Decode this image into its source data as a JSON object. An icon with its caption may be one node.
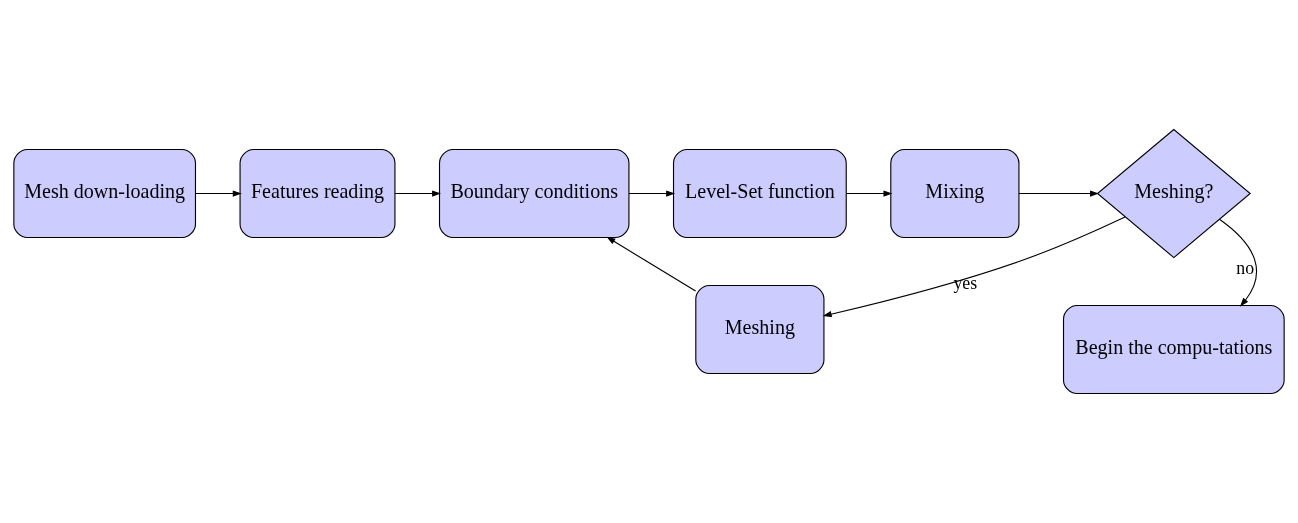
{
  "diagram": {
    "nodes": [
      {
        "text": [
          "Mesh down-loading"
        ]
      },
      {
        "text": [
          "Features reading"
        ]
      },
      {
        "text": [
          "Boundary conditions"
        ]
      },
      {
        "text": [
          "Level-Set function"
        ]
      },
      {
        "text": [
          "Mixing"
        ]
      },
      {
        "text": [
          "Meshing?"
        ]
      },
      {
        "text": [
          "Meshing"
        ]
      },
      {
        "text": [
          "Begin the compu-tations"
        ]
      }
    ],
    "edges": [
      {
        "from": 0,
        "to": 1,
        "arrow": "to"
      },
      {
        "from": 1,
        "to": 2,
        "arrow": "to"
      },
      {
        "from": 2,
        "to": 3,
        "arrow": "to"
      },
      {
        "from": 3,
        "to": 4,
        "arrow": "to"
      },
      {
        "from": 4,
        "to": 5,
        "arrow": "to"
      },
      {
        "from": 5,
        "to": 6,
        "arrow": "to",
        "label": "yes"
      },
      {
        "from": 6,
        "to": 2,
        "arrow": "to"
      },
      {
        "from": 5,
        "to": 7,
        "arrow": "to",
        "label": "no"
      }
    ]
  }
}
